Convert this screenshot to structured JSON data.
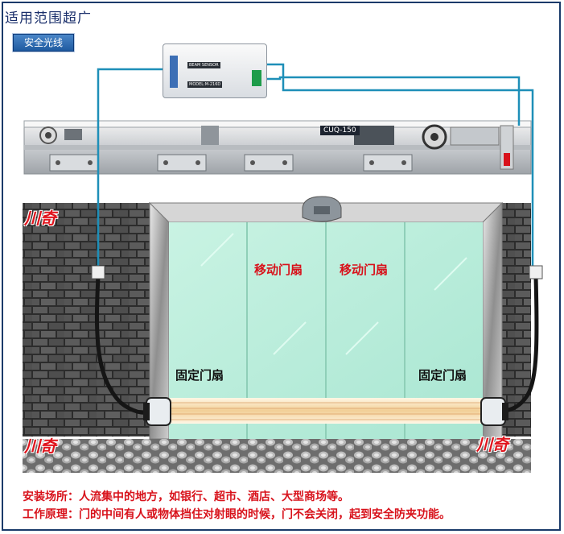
{
  "header": {
    "title": "适用范围超广",
    "badge": "安全光线"
  },
  "sensor_box": {
    "brand_tag": "BEAM SENSOR",
    "model_tag": "MODEL:M-216D"
  },
  "operator": {
    "model": "CUQ-150"
  },
  "door": {
    "sliding_left": "移动门扇",
    "sliding_right": "移动门扇",
    "fixed_left": "固定门扇",
    "fixed_right": "固定门扇"
  },
  "brand_marks": [
    "川奇",
    "川奇",
    "川奇"
  ],
  "notes": {
    "usage": "安装场所：人流集中的地方，如银行、超市、酒店、大型商场等。",
    "principle": "工作原理：门的中间有人或物体挡住对射眼的时候，门不会关闭，起到安全防夹功能。"
  },
  "colors": {
    "frame": "#1a3a6a",
    "cable": "#1e8fb8",
    "glass": "#bfeedd",
    "beam": "#f3d9a8",
    "brick": "#3a3a3a",
    "accent_red": "#d8121b"
  },
  "icons": [
    "beam-sensor-icon",
    "door-operator-icon",
    "emitter-icon",
    "receiver-icon",
    "motion-sensor-icon"
  ]
}
